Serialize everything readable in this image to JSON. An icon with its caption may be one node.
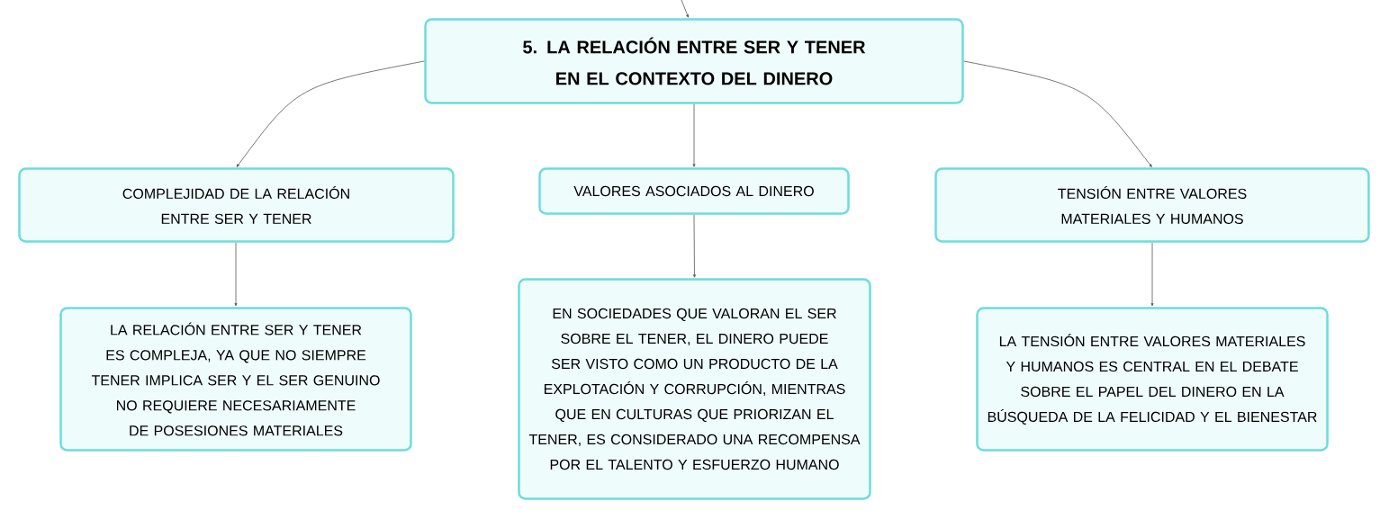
{
  "diagram": {
    "nodes": [
      {
        "text": [
          "5. LA RELACIÓN ENTRE SER Y TENER EN EL CONTEXTO DEL DINERO"
        ]
      },
      {
        "text": [
          "COMPLEJIDAD DE LA RELACIÓN ENTRE SER Y TENER"
        ]
      },
      {
        "text": [
          "VALORES ASOCIADOS AL DINERO"
        ]
      },
      {
        "text": [
          "TENSIÓN ENTRE VALORES MATERIALES Y HUMANOS"
        ]
      },
      {
        "text": [
          "LA RELACIÓN ENTRE SER Y TENER ES COMPLEJA, YA QUE NO SIEMPRE TENER IMPLICA SER Y EL SER GENUINO NO REQUIERE NECESARIAMENTE DE POSESIONES MATERIALES"
        ]
      },
      {
        "text": [
          "EN SOCIEDADES QUE VALORAN EL SER SOBRE EL TENER, EL DINERO PUEDE SER VISTO COMO UN PRODUCTO DE LA EXPLOTACIÓN Y CORRUPCIÓN, MIENTRAS QUE EN CULTURAS QUE PRIORIZAN EL TENER, ES CONSIDERADO UNA RECOMPENSA POR EL TALENTO Y ESFUERZO HUMANO"
        ]
      },
      {
        "text": [
          "LA TENSIÓN ENTRE VALORES MATERIALES Y HUMANOS ES CENTRAL EN EL DEBATE SOBRE EL PAPEL DEL DINERO EN LA BÚSQUEDA DE LA FELICIDAD Y EL BIENESTAR"
        ]
      }
    ],
    "edges": [
      {
        "from": null,
        "to": 0,
        "arrow": "to"
      },
      {
        "from": 0,
        "to": 1,
        "arrow": "to"
      },
      {
        "from": 0,
        "to": 2,
        "arrow": "to"
      },
      {
        "from": 0,
        "to": 3,
        "arrow": "to"
      },
      {
        "from": 1,
        "to": 4,
        "arrow": "to"
      },
      {
        "from": 2,
        "to": 5,
        "arrow": "to"
      },
      {
        "from": 3,
        "to": 6,
        "arrow": "to"
      }
    ]
  }
}
